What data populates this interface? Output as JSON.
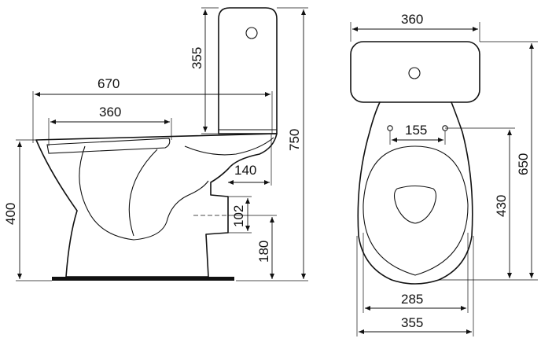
{
  "side_view": {
    "overall_length": "670",
    "seat_length": "360",
    "tank_height": "355",
    "total_height": "750",
    "bowl_height": "400",
    "outlet_offset": "140",
    "outlet_diameter": "102",
    "outlet_height": "180"
  },
  "top_view": {
    "tank_width": "360",
    "hinge_spacing": "155",
    "seat_length": "430",
    "total_depth": "650",
    "base_width": "285",
    "bowl_width": "355"
  }
}
